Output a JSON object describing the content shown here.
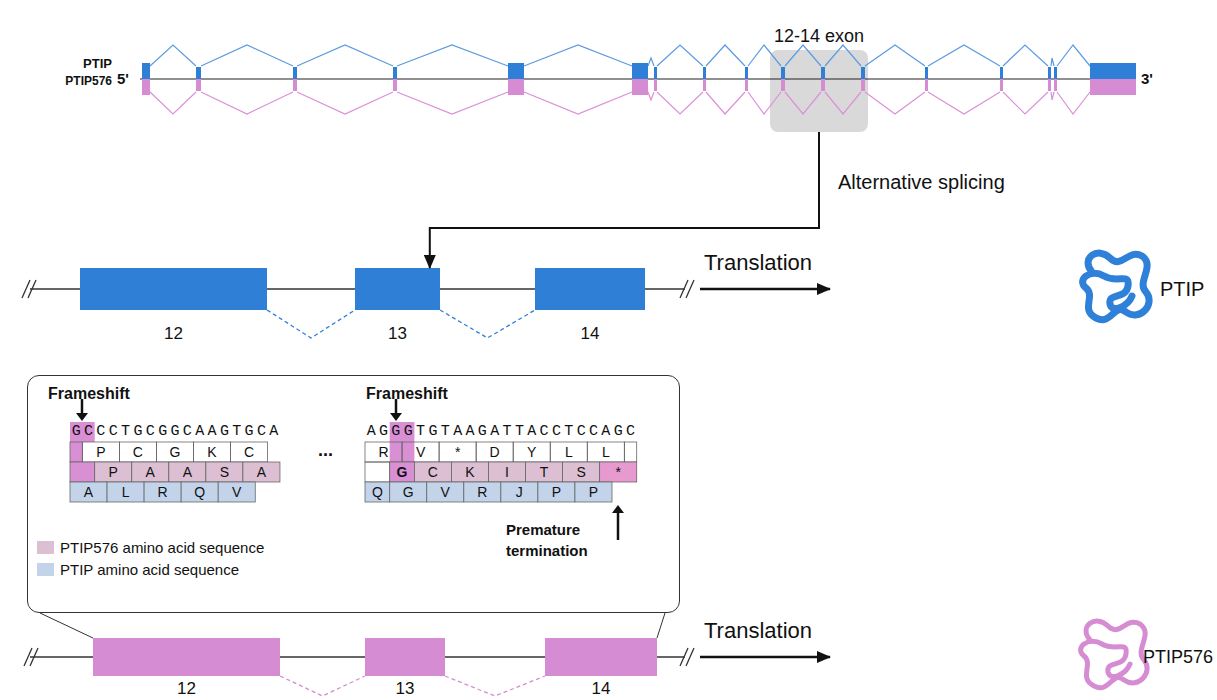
{
  "diagram": {
    "nodes": [
      {
        "text": [
          "12-14 exon"
        ]
      },
      {
        "text": [
          "12"
        ]
      },
      {
        "text": [
          "13"
        ]
      },
      {
        "text": [
          "14"
        ]
      },
      {
        "text": [
          "PTIP"
        ]
      },
      {
        "text": [
          "Frameshift",
          "Frameshift",
          "Premature termination"
        ]
      },
      {
        "text": [
          "12"
        ]
      },
      {
        "text": [
          "13"
        ]
      },
      {
        "text": [
          "14"
        ]
      },
      {
        "text": [
          "PTIP576"
        ]
      }
    ],
    "edges": [
      {
        "from": 0,
        "to": 2,
        "label": "Alternative splicing",
        "arrow": "to"
      },
      {
        "from": 1,
        "to": 2,
        "arrow": "none"
      },
      {
        "from": 2,
        "to": 3,
        "arrow": "none"
      },
      {
        "from": 3,
        "to": 4,
        "label": "Translation",
        "arrow": "to"
      },
      {
        "from": 6,
        "to": 7,
        "arrow": "none"
      },
      {
        "from": 7,
        "to": 8,
        "arrow": "none"
      },
      {
        "from": 8,
        "to": 9,
        "label": "Translation",
        "arrow": "to"
      }
    ],
    "labels": [
      "PTIP",
      "PTIP576",
      "5'",
      "3'",
      "GCCCTGCGGCAAGTGCA",
      "P",
      "C",
      "G",
      "K",
      "C",
      "P",
      "A",
      "A",
      "S",
      "A",
      "A",
      "L",
      "R",
      "Q",
      "V",
      "...",
      "AGGGTGTAAGATTACCTCCAGC",
      "R",
      "V",
      "*",
      "D",
      "Y",
      "L",
      "L",
      "G",
      "C",
      "K",
      "I",
      "T",
      "S",
      "*",
      "Q",
      "G",
      "V",
      "R",
      "J",
      "P",
      "P"
    ],
    "legend": [
      {
        "text": "PTIP576 amino acid sequence",
        "color": "#dcbfd2"
      },
      {
        "text": "PTIP amino acid sequence",
        "color": "#c3d4ea"
      }
    ]
  }
}
